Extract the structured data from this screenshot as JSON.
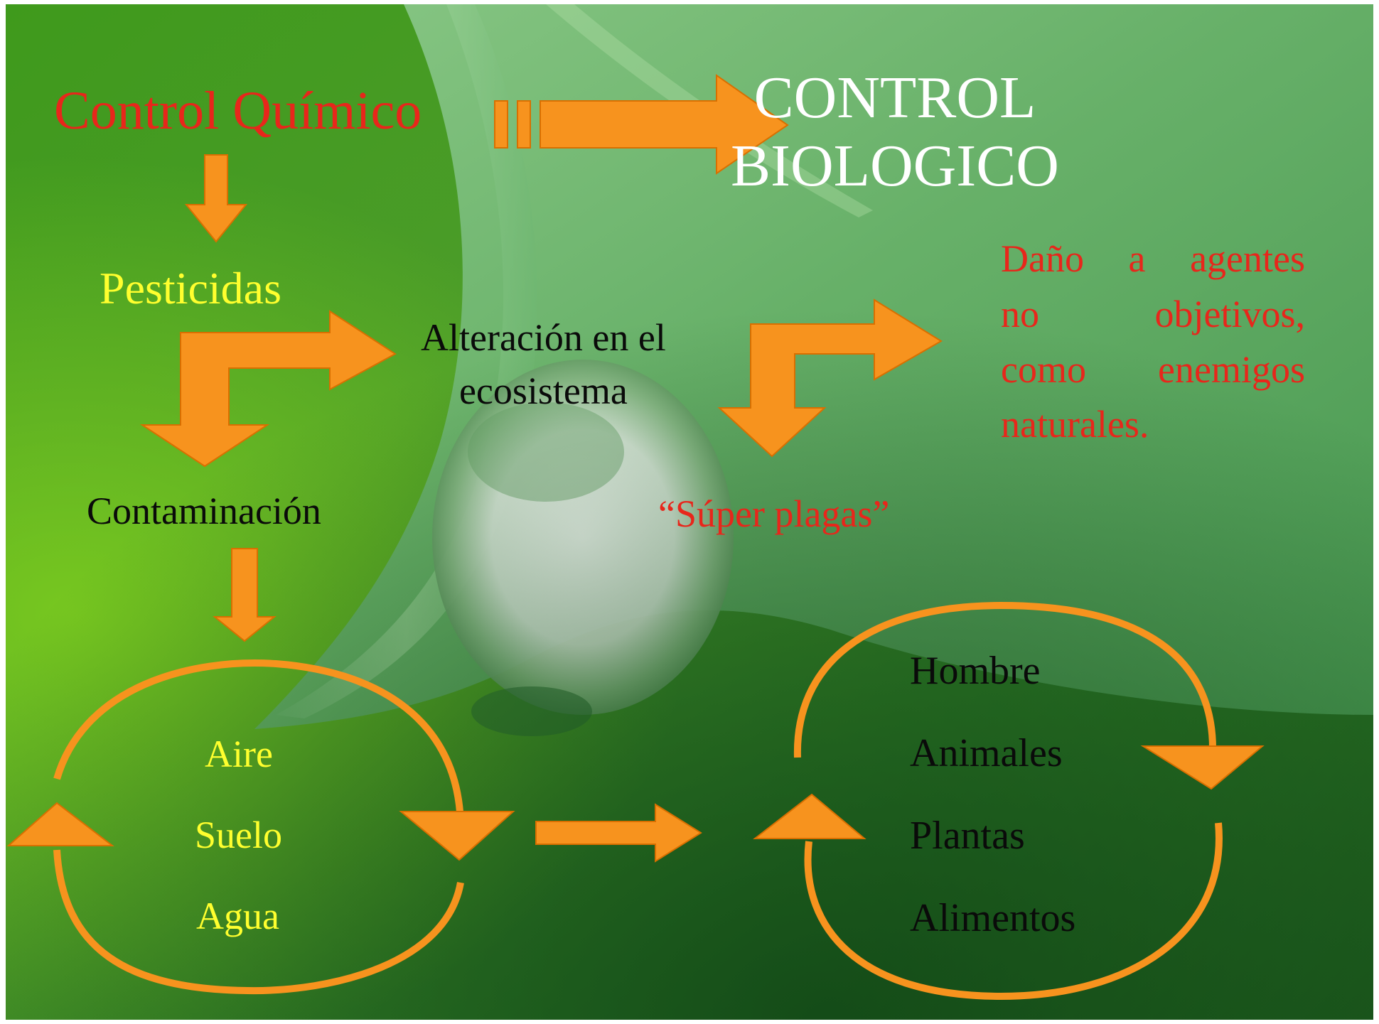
{
  "slide": {
    "background": "green leaf with water droplet",
    "title_left": "Control Químico",
    "title_right_line1": "CONTROL",
    "title_right_line2": "BIOLOGICO",
    "pesticidas": "Pesticidas",
    "alteracion_line1": "Alteración en el",
    "alteracion_line2": "ecosistema",
    "contaminacion": "Contaminación",
    "super_plagas": "“Súper plagas”",
    "dano_line1": "Daño a agentes",
    "dano_line2": "no objetivos,",
    "dano_line3": "como enemigos",
    "dano_line4": "naturales.",
    "environment": [
      "Aire",
      "Suelo",
      "Agua"
    ],
    "receptors": [
      "Hombre",
      "Animales",
      "Plantas",
      "Alimentos"
    ]
  },
  "colors": {
    "arrow": "#f7931e",
    "red_text": "#e8261b",
    "yellow_text": "#ffff2e",
    "white_text": "#ffffff",
    "black_text": "#0a0a0a"
  }
}
